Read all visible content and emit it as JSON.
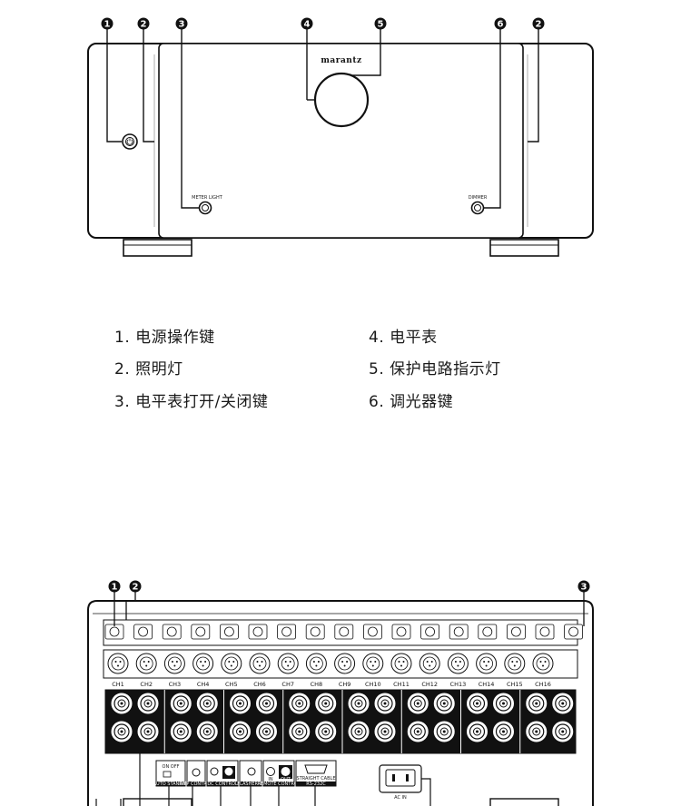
{
  "front_panel": {
    "brand": "marantz",
    "button_labels": {
      "meter": "METER LIGHT",
      "dimmer": "DIMMER"
    },
    "callouts": [
      {
        "num": "1"
      },
      {
        "num": "2"
      },
      {
        "num": "3"
      },
      {
        "num": "4"
      },
      {
        "num": "5"
      },
      {
        "num": "6"
      },
      {
        "num": "2"
      }
    ]
  },
  "legend": {
    "items": [
      {
        "text": "1. 电源操作键"
      },
      {
        "text": "2. 照明灯"
      },
      {
        "text": "3. 电平表打开/关闭键"
      },
      {
        "text": "4. 电平表"
      },
      {
        "text": "5. 保护电路指示灯"
      },
      {
        "text": "6. 调光器键"
      }
    ]
  },
  "rear_panel": {
    "callouts": [
      {
        "num": "1"
      },
      {
        "num": "2"
      },
      {
        "num": "3"
      }
    ],
    "channels": [
      "CH1",
      "CH2",
      "CH3",
      "CH4",
      "CH5",
      "CH6",
      "CH7",
      "CH8",
      "CH9",
      "CH10",
      "CH11",
      "CH12",
      "CH13",
      "CH14",
      "CH15",
      "CH16"
    ],
    "labels": {
      "on_off": "ON OFF",
      "auto_standby": "AUTO STANDBY",
      "amp_control": "AMP CONTROL",
      "dc_control": "DC CONTROL",
      "flasher_in": "FLASHER IN",
      "remote_control": "REMOTE CONTROL",
      "straight_cable": "STRAIGHT CABLE",
      "rs232c": "RS-232C",
      "ac_in": "AC IN",
      "in": "IN",
      "out": "OUT"
    }
  }
}
